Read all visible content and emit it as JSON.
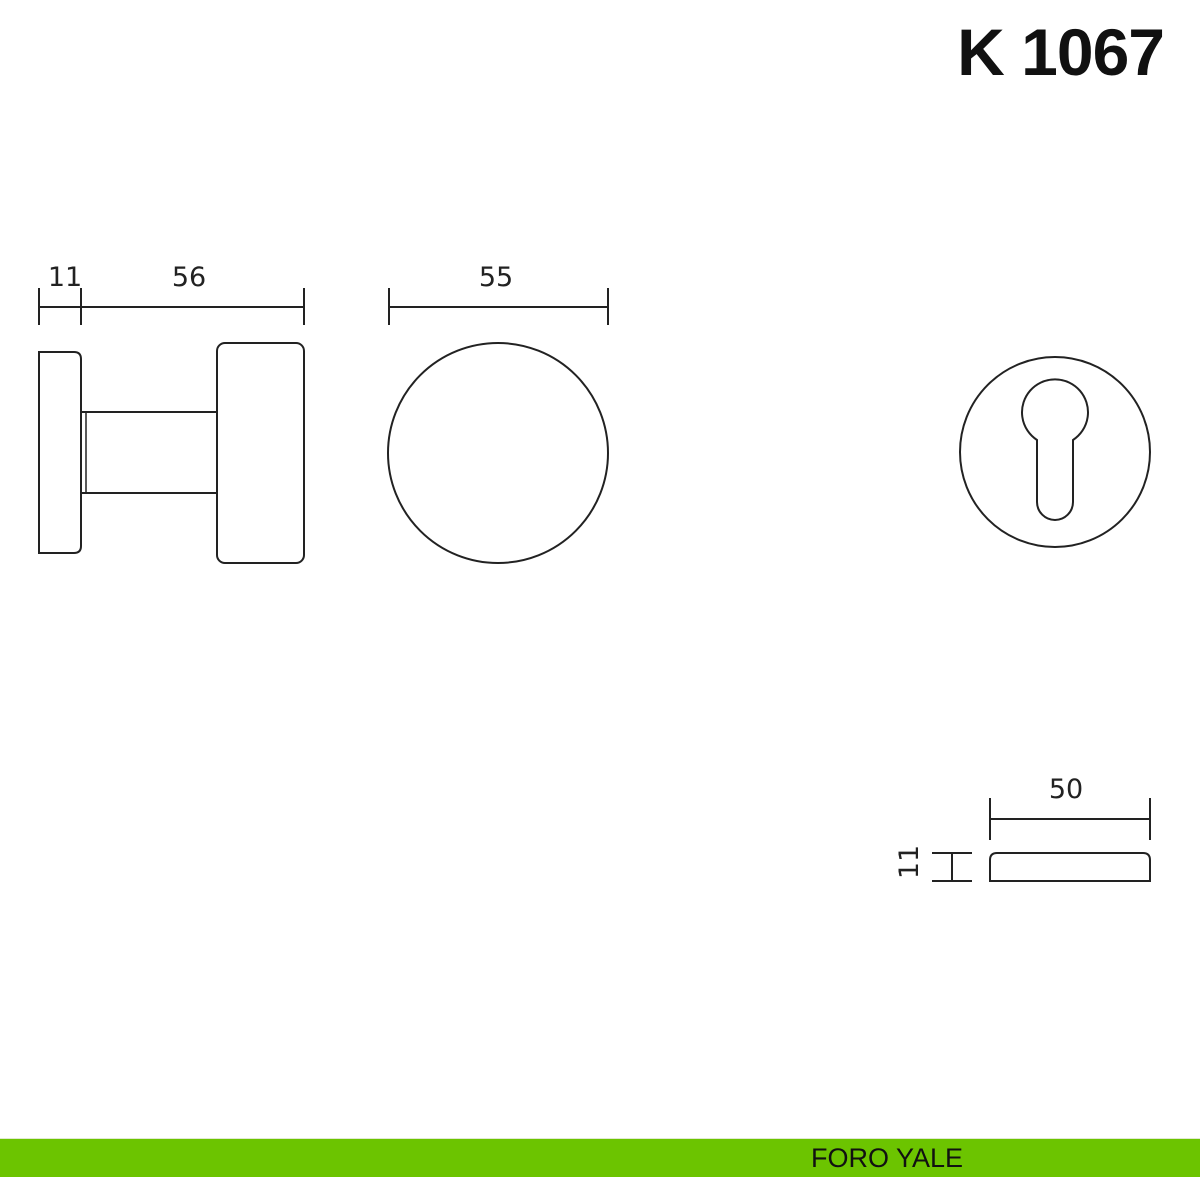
{
  "title": "K 1067",
  "dimensions": {
    "rose_thickness": "11",
    "knob_projection": "56",
    "knob_diameter": "55",
    "escutcheon_diameter": "50",
    "escutcheon_thickness": "11"
  },
  "footer": {
    "label": "FORO YALE",
    "color": "#6cc400"
  }
}
